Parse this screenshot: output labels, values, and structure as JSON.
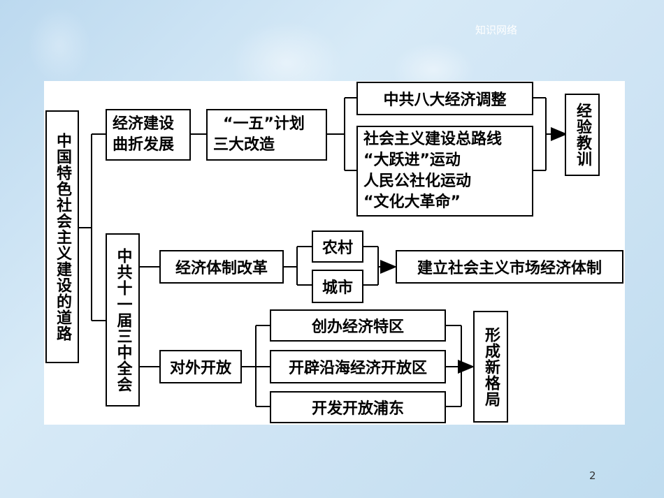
{
  "slide": {
    "title": "知识网络",
    "page_number": "2"
  },
  "diagram": {
    "root": "中国特色社会主义建设的道路",
    "branch1": {
      "label_lines": [
        "经济建设",
        "曲折发展"
      ],
      "plan_lines": [
        "“一五”计划",
        "三大改造"
      ],
      "adjust": "中共八大经济调整",
      "movements": [
        "社会主义建设总路线",
        "“大跃进”运动",
        "人民公社化运动",
        "“文化大革命”"
      ],
      "result": "经验教训"
    },
    "branch2": {
      "label": "中共十一届三中全会",
      "reform": "经济体制改革",
      "rural": "农村",
      "urban": "城市",
      "market": "建立社会主义市场经济体制",
      "opening": "对外开放",
      "open_items": [
        "创办经济特区",
        "开辟沿海经济开放区",
        "开发开放浦东"
      ],
      "result": "形成新格局"
    }
  }
}
